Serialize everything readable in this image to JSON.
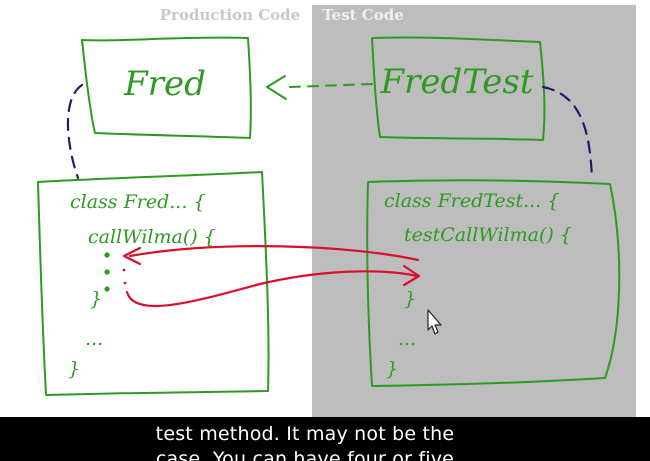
{
  "headers": {
    "production": "Production Code",
    "test": "Test Code"
  },
  "production_box": {
    "title": "Fred",
    "class_line": "class Fred... {",
    "method_line": "callWilma() {",
    "close_inner": "}",
    "ellipsis": "...",
    "close_outer": "}"
  },
  "test_box": {
    "title": "FredTest",
    "class_line": "class FredTest... {",
    "method_line": "testCallWilma() {",
    "close_inner": "}",
    "ellipsis": "...",
    "close_outer": "}"
  },
  "caption": {
    "line1": "test method. It may not be the",
    "line2": "case. You can have four or five"
  },
  "colors": {
    "test_panel": "#bdbdbd",
    "marker_green": "#2e9a22",
    "dash_navy": "#1b1f6b",
    "arrow_red": "#d8102a",
    "header_gray": "#c8c8c8",
    "caption_bg": "#000000"
  },
  "icons": {
    "pointer": "mouse-pointer-icon"
  }
}
